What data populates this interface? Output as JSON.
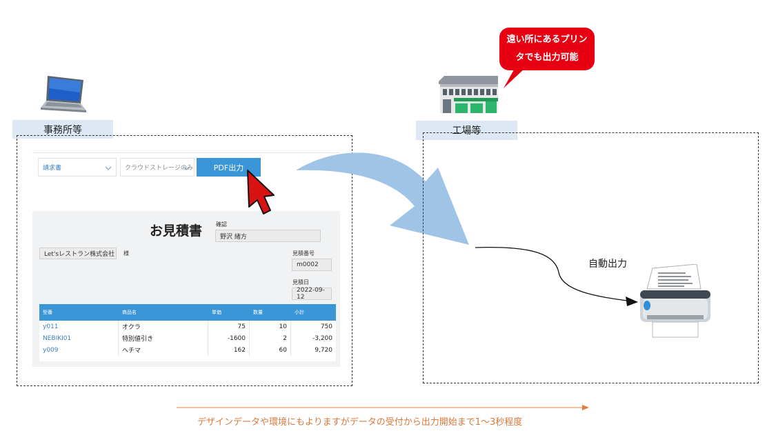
{
  "office": {
    "label": "事務所等"
  },
  "factory": {
    "label": "工場等"
  },
  "toolbar": {
    "select1": "請求書",
    "select2": "クラウドストレージのみ",
    "pdf_button": "PDF出力"
  },
  "quote": {
    "title": "お見積書",
    "confirm_label": "確認",
    "confirm_value": "野沢 緒方",
    "customer": "Let'sレストラン株式会社",
    "honorific": "様",
    "number_label": "見積番号",
    "number_value": "m0002",
    "date_label": "見積日",
    "date_value": "2022-09-12",
    "columns": [
      "型番",
      "商品名",
      "単価",
      "数量",
      "小計"
    ],
    "rows": [
      {
        "code": "y011",
        "name": "オクラ",
        "price": "75",
        "qty": "10",
        "subtotal": "750"
      },
      {
        "code": "NEBIKI01",
        "name": "特別値引き",
        "price": "-1600",
        "qty": "2",
        "subtotal": "-3,200"
      },
      {
        "code": "y009",
        "name": "ヘチマ",
        "price": "162",
        "qty": "60",
        "subtotal": "9,720"
      }
    ]
  },
  "balloon": {
    "line1": "遠い所にあるプリン",
    "line2": "タでも出力可能"
  },
  "auto_output": "自動出力",
  "timeline_text": "デザインデータや環境にもよりますがデータの受付から出力開始まで1～3秒程度",
  "colors": {
    "accent": "#3b96d8",
    "arrow": "#9fc4e6",
    "balloon": "#e60012",
    "timeline": "#e08040"
  }
}
